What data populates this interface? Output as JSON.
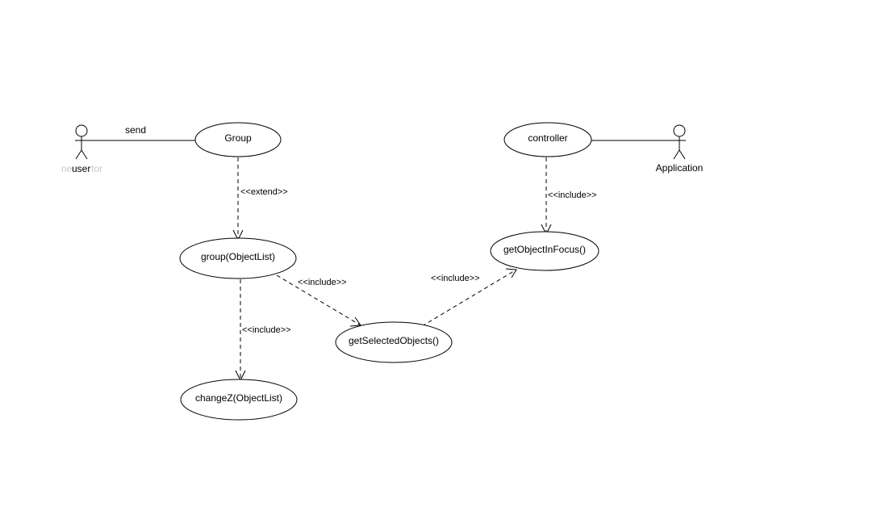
{
  "diagram": {
    "actors": [
      {
        "id": "user",
        "name": "user",
        "ghost_left": "ne",
        "ghost_right": "tor"
      },
      {
        "id": "application",
        "name": "Application"
      }
    ],
    "use_cases": [
      {
        "id": "group",
        "label": "Group"
      },
      {
        "id": "group_objectlist",
        "label": "group(ObjectList)"
      },
      {
        "id": "changez",
        "label": "changeZ(ObjectList)"
      },
      {
        "id": "get_selected",
        "label": "getSelectedObjects()"
      },
      {
        "id": "controller",
        "label": "controller"
      },
      {
        "id": "get_focus",
        "label": "getObjectInFocus()"
      }
    ],
    "associations": [
      {
        "from": "user",
        "to": "group",
        "label": "send"
      },
      {
        "from": "controller",
        "to": "application",
        "label": ""
      }
    ],
    "dependencies": [
      {
        "from": "group",
        "to": "group_objectlist",
        "label": "<<extend>>"
      },
      {
        "from": "group_objectlist",
        "to": "changez",
        "label": "<<include>>"
      },
      {
        "from": "group_objectlist",
        "to": "get_selected",
        "label": "<<include>>"
      },
      {
        "from": "get_selected",
        "to": "get_focus",
        "label": "<<include>>"
      },
      {
        "from": "controller",
        "to": "get_focus",
        "label": "<<include>>"
      }
    ]
  }
}
